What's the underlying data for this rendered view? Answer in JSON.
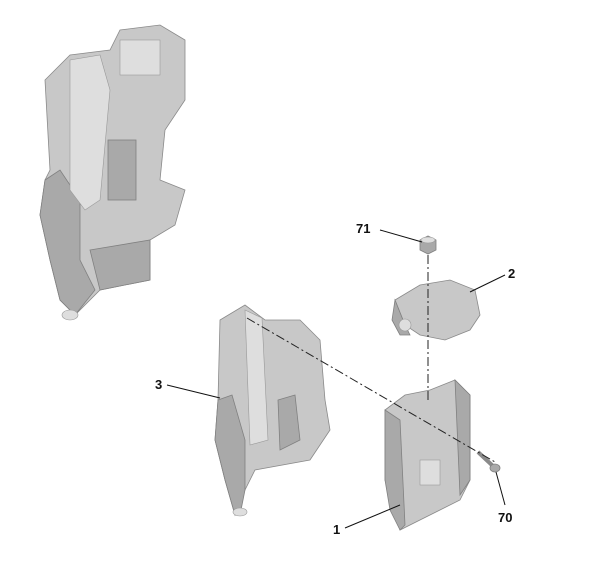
{
  "callouts": {
    "part_71": "71",
    "part_2": "2",
    "part_3": "3",
    "part_1": "1",
    "part_70": "70"
  },
  "colors": {
    "part_fill": "#c8c8c8",
    "part_shadow": "#a9a9a9",
    "label": "#111111"
  }
}
